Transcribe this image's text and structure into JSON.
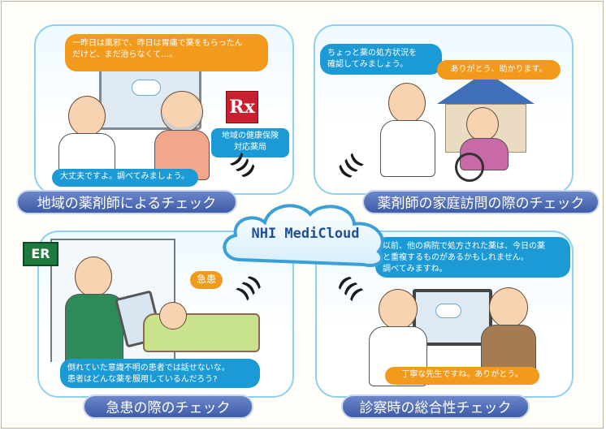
{
  "cloud": {
    "label": "NHI MediCloud"
  },
  "panels": {
    "top_left": {
      "title": "地域の薬剤師によるチェック",
      "bubble_patient": "一昨日は風邪で、昨日は胃痛で薬をもらったん\nだけど、まだ治らなくて…。",
      "bubble_pharmacist": "大丈夫ですよ。調べてみましょう。",
      "sign_letter": "Rx",
      "sign_label": "地域の健康保険\n対応薬局"
    },
    "top_right": {
      "title": "薬剤師の家庭訪問の際のチェック",
      "bubble_pharmacist": "ちょっと薬の処方状況を\n確認してみましょう。",
      "bubble_patient": "ありがとう、助かります。"
    },
    "bottom_left": {
      "title": "急患の際のチェック",
      "er_label": "ER",
      "tag": "急患",
      "bubble_doctor": "倒れていた意識不明の患者では話せないな。\n患者はどんな薬を服用しているんだろう?"
    },
    "bottom_right": {
      "title": "診察時の総合性チェック",
      "bubble_doctor": "以前、他の病院で処方された薬は、今日の薬\nと重複するものがあるかもしれません。\n調べてみますね。",
      "bubble_patient": "丁寧な先生ですね。ありがとう。"
    }
  },
  "colors": {
    "orange": "#f29a1c",
    "blue": "#1c9ad6",
    "title_blue": "#4a68b2",
    "panel_border": "#8fd0ee",
    "rx_red": "#c8202e",
    "er_green": "#1f7a3e"
  }
}
